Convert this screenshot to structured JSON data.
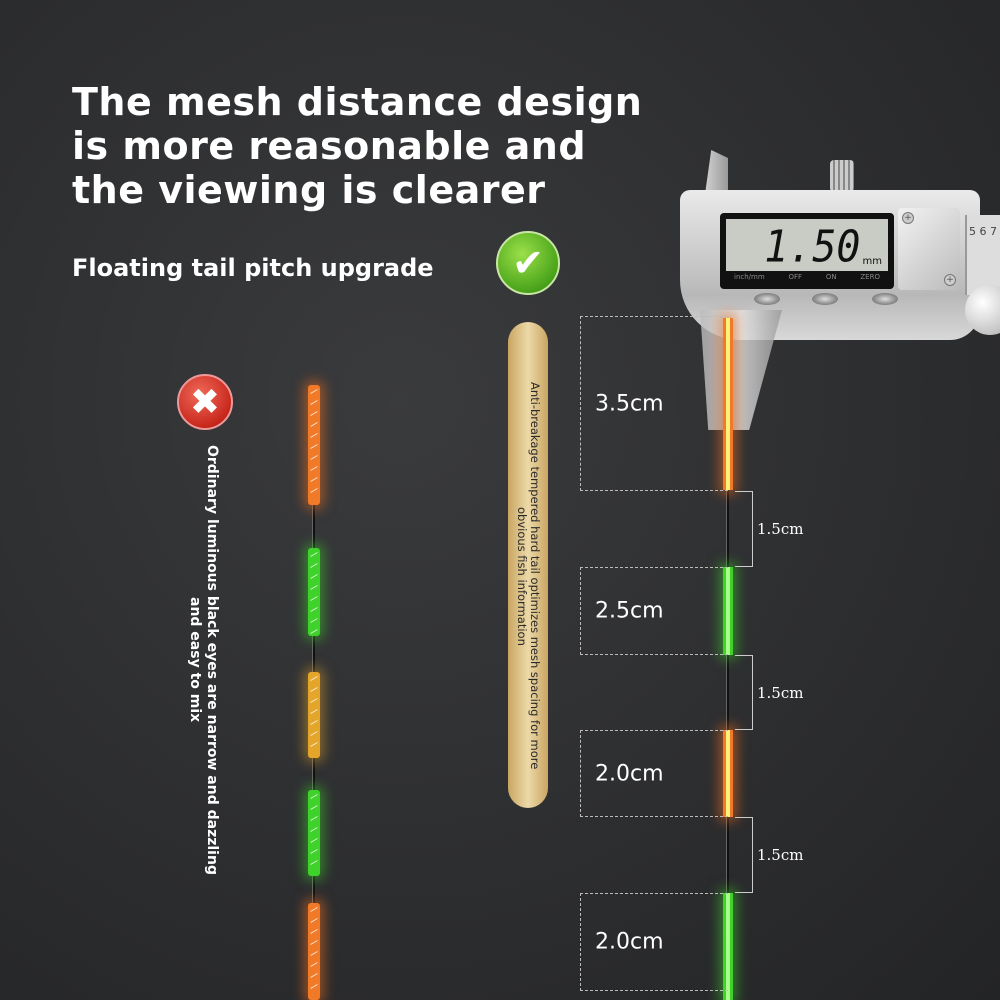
{
  "title": {
    "lines": [
      "The mesh distance design",
      "is more reasonable and",
      "the viewing is clearer"
    ]
  },
  "subtitle": "Floating tail pitch upgrade",
  "icons": {
    "good": "check-circle-icon",
    "bad": "x-circle-icon",
    "good_symbol": "✔",
    "bad_symbol": "✖"
  },
  "colors": {
    "good": "#4aa41a",
    "bad": "#c8281c",
    "orange": "#f07a28",
    "green": "#3ed22a",
    "yellow": "#e3a62a",
    "pill": "#e3c98e"
  },
  "ordinary_caption": "Ordinary luminous black eyes are narrow and dazzling and easy to mix",
  "upgrade_caption": "Anti-breakage tempered hard tail optimizes mesh spacing for more obvious fish information",
  "caliper": {
    "reading": "1.50",
    "unit": "mm",
    "buttons": [
      "inch/mm",
      "OFF",
      "ON",
      "ZERO"
    ],
    "scale": "5 6 7"
  },
  "segments": [
    {
      "length": "3.5cm",
      "color": "orange"
    },
    {
      "gap": "1.5cm"
    },
    {
      "length": "2.5cm",
      "color": "green"
    },
    {
      "gap": "1.5cm"
    },
    {
      "length": "2.0cm",
      "color": "orange"
    },
    {
      "gap": "1.5cm"
    },
    {
      "length": "2.0cm",
      "color": "green"
    }
  ]
}
